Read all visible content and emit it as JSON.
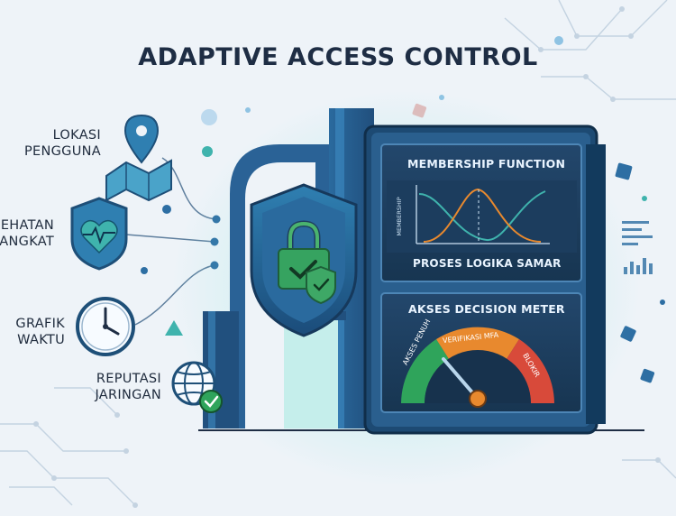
{
  "title": "ADAPTIVE ACCESS CONTROL",
  "inputs": [
    {
      "line1": "LOKASI",
      "line2": "PENGGUNA",
      "icon": "map-pin-icon"
    },
    {
      "line1": "KESEHATAN",
      "line2": "PERANGKAT",
      "icon": "shield-heart-icon"
    },
    {
      "line1": "GRAFIK",
      "line2": "WAKTU",
      "icon": "clock-icon"
    },
    {
      "line1": "REPUTASI",
      "line2": "JARINGAN",
      "icon": "globe-check-icon"
    }
  ],
  "membership_panel": {
    "title": "MEMBERSHIP FUNCTION",
    "y_label": "MEMBERSHIP",
    "caption": "PROSES LOGIKA SAMAR"
  },
  "decision_panel": {
    "title": "AKSES DECISION METER",
    "zones": [
      "AKSES PENUH",
      "VERIFIKASI MFA",
      "BLOKIR"
    ]
  },
  "colors": {
    "accent": "#2d6ea3",
    "teal": "#3fb3ad",
    "green": "#2fa45b",
    "orange": "#e8892e",
    "red": "#d84a3a",
    "panel": "#1c3a5c"
  }
}
